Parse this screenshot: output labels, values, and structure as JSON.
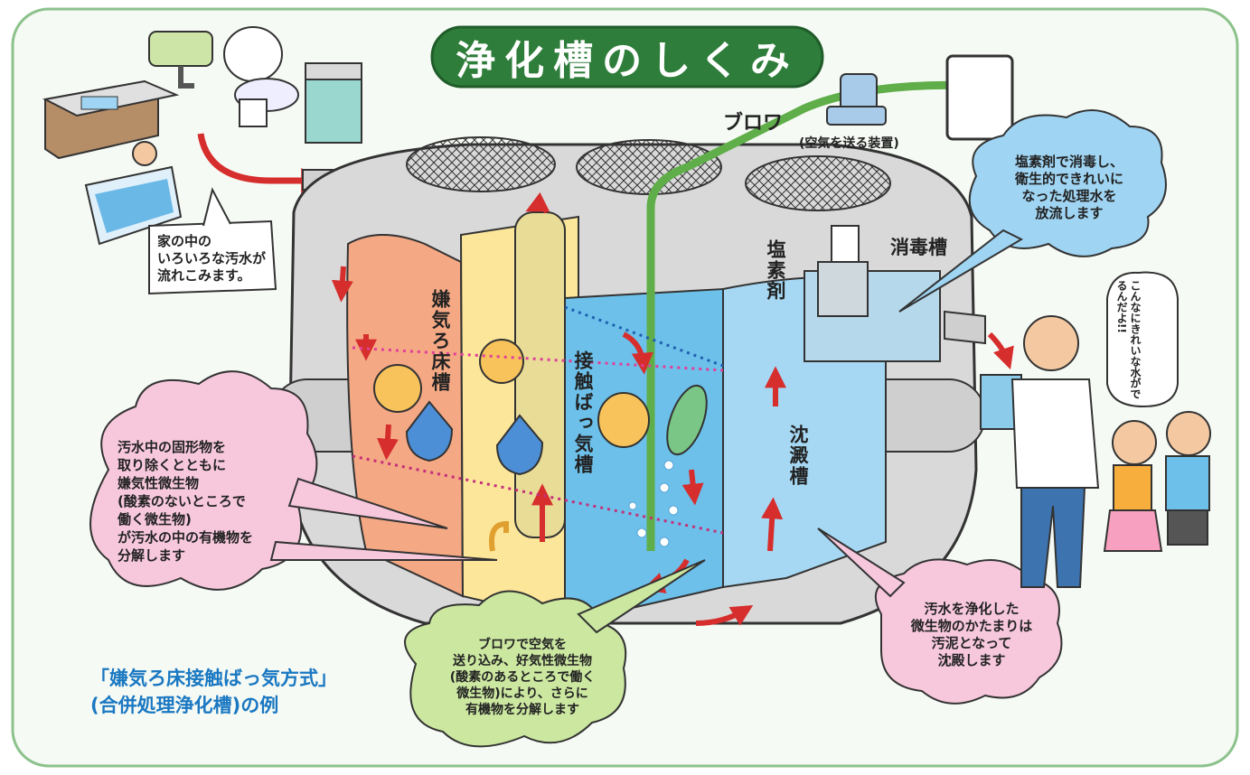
{
  "title": "浄化槽のしくみ",
  "labels": {
    "blower": "ブロワ",
    "blower_note": "(空気を送る装置)",
    "chlorine": "塩素剤",
    "disinfection_tank": "消毒槽",
    "anaerobic_tank": "嫌気ろ床槽",
    "aeration_tank": "接触ばっ気槽",
    "sedimentation_tank": "沈澱槽"
  },
  "callouts": {
    "inflow": [
      "家の中の",
      "いろいろな汚水が",
      "流れこみます。"
    ],
    "anaerobic": [
      "汚水中の固形物を",
      "取り除くとともに",
      "嫌気性微生物",
      "(酸素のないところで",
      "働く微生物)",
      "が汚水の中の有機物を",
      "分解します"
    ],
    "aerobic": [
      "ブロワで空気を",
      "送り込み、好気性微生物",
      "(酸素のあるところで働く",
      "微生物)により、さらに",
      "有機物を分解します"
    ],
    "disinfect": [
      "塩素剤で消毒し、",
      "衛生的できれいに",
      "なった処理水を",
      "放流します"
    ],
    "sludge": [
      "汚水を浄化した",
      "微生物のかたまりは",
      "汚泥となって",
      "沈殿します"
    ],
    "speech": "こんなにきれいな水がでるんだよ!!"
  },
  "caption": {
    "line1": "「嫌気ろ床接触ばっ気方式」",
    "line2": "(合併処理浄化槽)の例"
  },
  "colors": {
    "title_bg": "#2e7d3a",
    "border": "#8cc28c",
    "anaerobic": "#f4a884",
    "anaerobic2": "#fce69a",
    "aeration": "#6cc0ea",
    "sedimentation": "#a6d8f3",
    "pink_cloud": "#f7c8dc",
    "green_cloud": "#cbe7a0",
    "blue_cloud": "#9fd4f2",
    "arrow": "#d62d2d",
    "caption": "#1a78c2"
  }
}
